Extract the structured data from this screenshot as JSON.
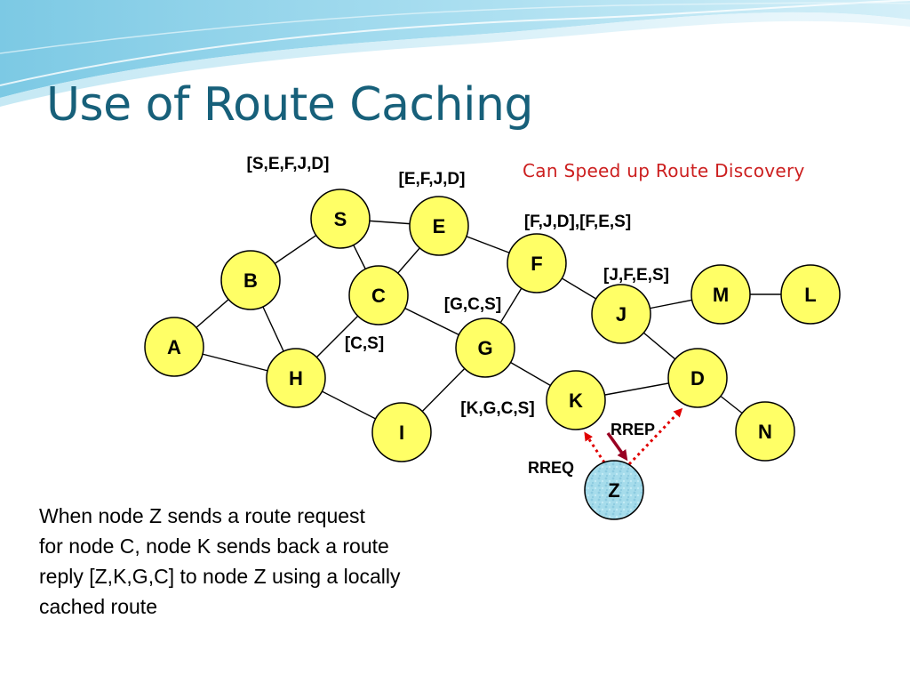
{
  "title": "Use of Route Caching",
  "subtitle": "Can Speed up Route Discovery",
  "colors": {
    "title": "#17607a",
    "subtitle": "#cc1f1f",
    "node_fill": "#ffff66",
    "node_stroke": "#000000",
    "special_node_fill": "#a6dceb",
    "arrow_red": "#e00000",
    "arrow_dark": "#990022",
    "wave_top": "#8fd2ea"
  },
  "nodes": [
    {
      "id": "S",
      "label": "S"
    },
    {
      "id": "E",
      "label": "E"
    },
    {
      "id": "F",
      "label": "F"
    },
    {
      "id": "B",
      "label": "B"
    },
    {
      "id": "C",
      "label": "C"
    },
    {
      "id": "M",
      "label": "M"
    },
    {
      "id": "L",
      "label": "L"
    },
    {
      "id": "J",
      "label": "J"
    },
    {
      "id": "A",
      "label": "A"
    },
    {
      "id": "G",
      "label": "G"
    },
    {
      "id": "H",
      "label": "H"
    },
    {
      "id": "D",
      "label": "D"
    },
    {
      "id": "K",
      "label": "K"
    },
    {
      "id": "I",
      "label": "I"
    },
    {
      "id": "N",
      "label": "N"
    },
    {
      "id": "Z",
      "label": "Z"
    }
  ],
  "edges": [
    [
      "S",
      "E"
    ],
    [
      "S",
      "B"
    ],
    [
      "S",
      "C"
    ],
    [
      "E",
      "C"
    ],
    [
      "E",
      "F"
    ],
    [
      "F",
      "J"
    ],
    [
      "F",
      "G"
    ],
    [
      "B",
      "A"
    ],
    [
      "B",
      "H"
    ],
    [
      "C",
      "H"
    ],
    [
      "C",
      "G"
    ],
    [
      "A",
      "H"
    ],
    [
      "H",
      "I"
    ],
    [
      "G",
      "I"
    ],
    [
      "G",
      "K"
    ],
    [
      "J",
      "M"
    ],
    [
      "M",
      "L"
    ],
    [
      "J",
      "D"
    ],
    [
      "K",
      "D"
    ],
    [
      "D",
      "N"
    ]
  ],
  "route_caches": [
    {
      "node": "S",
      "text": "[S,E,F,J,D]"
    },
    {
      "node": "E",
      "text": "[E,F,J,D]"
    },
    {
      "node": "F",
      "text": "[F,J,D],[F,E,S]"
    },
    {
      "node": "J",
      "text": "[J,F,E,S]"
    },
    {
      "node": "C",
      "text": "[G,C,S]"
    },
    {
      "node": "H",
      "text": "[C,S]"
    },
    {
      "node": "K",
      "text": "[K,G,C,S]"
    }
  ],
  "messages": {
    "rreq": "RREQ",
    "rrep": "RREP"
  },
  "caption": [
    "When node Z sends a route request",
    "for node C, node K sends back a route",
    "reply [Z,K,G,C] to node Z using a locally",
    "cached route"
  ]
}
